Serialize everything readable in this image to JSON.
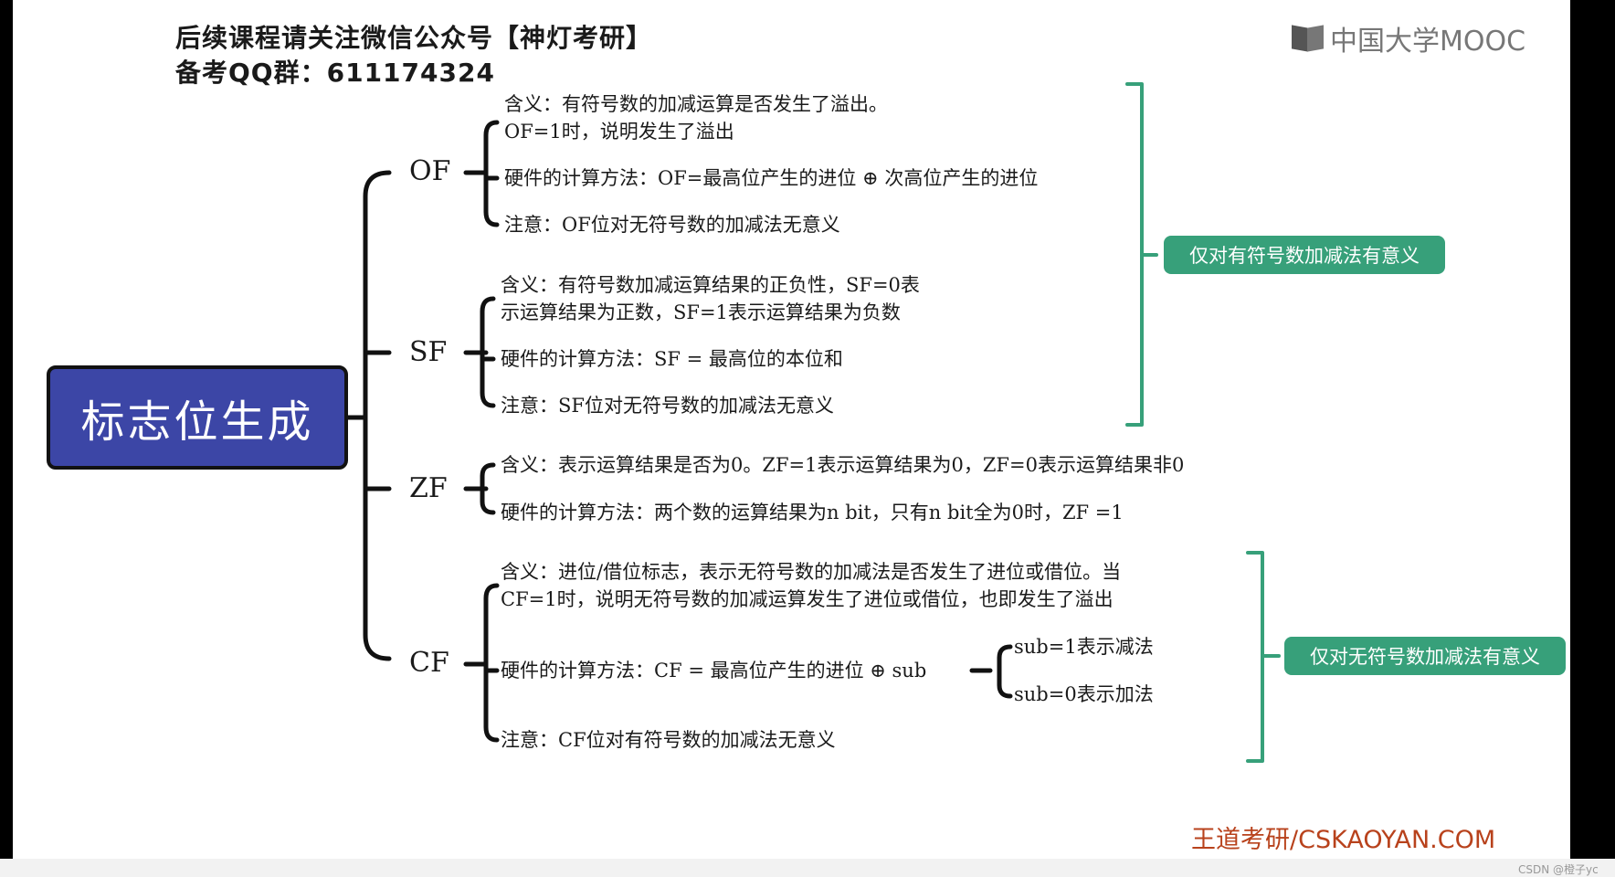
{
  "header": {
    "line1": "后续课程请关注微信公众号【神灯考研】",
    "line2": "备考QQ群：611174324"
  },
  "logo": {
    "icon": "mooc-book-icon",
    "text": "中国大学MOOC"
  },
  "root": {
    "label": "标志位生成",
    "color": "#3c46a6"
  },
  "branches": {
    "of": {
      "label": "OF",
      "meaning": [
        "含义：有符号数的加减运算是否发生了溢出。",
        "OF=1时，说明发生了溢出"
      ],
      "hardware": "硬件的计算方法：OF=最高位产生的进位 ⊕ 次高位产生的进位",
      "note": "注意：OF位对无符号数的加减法无意义"
    },
    "sf": {
      "label": "SF",
      "meaning": [
        "含义：有符号数加减运算结果的正负性，SF=0表",
        "示运算结果为正数，SF=1表示运算结果为负数"
      ],
      "hardware": "硬件的计算方法：SF = 最高位的本位和",
      "note": "注意：SF位对无符号数的加减法无意义"
    },
    "zf": {
      "label": "ZF",
      "meaning": "含义：表示运算结果是否为0。ZF=1表示运算结果为0，ZF=0表示运算结果非0",
      "hardware": "硬件的计算方法：两个数的运算结果为n bit，只有n bit全为0时，ZF =1"
    },
    "cf": {
      "label": "CF",
      "meaning": [
        "含义：进位/借位标志，表示无符号数的加减法是否发生了进位或借位。当",
        "CF=1时，说明无符号数的加减运算发生了进位或借位，也即发生了溢出"
      ],
      "hardware": "硬件的计算方法：CF = 最高位产生的进位 ⊕ sub",
      "sub_options": [
        "sub=1表示减法",
        "sub=0表示加法"
      ],
      "note": "注意：CF位对有符号数的加减法无意义"
    }
  },
  "badges": {
    "signed": "仅对有符号数加减法有意义",
    "unsigned": "仅对无符号数加减法有意义"
  },
  "colors": {
    "badge": "#37a07a",
    "bracket": "#37a07a",
    "footer": "#b8421c"
  },
  "footer": {
    "brand": "王道考研/CSKAOYAN.COM"
  },
  "watermark": "CSDN @橙子yc"
}
